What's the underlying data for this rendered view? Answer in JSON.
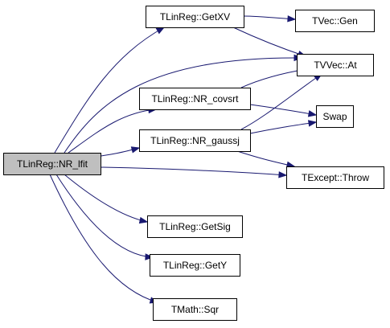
{
  "diagram": {
    "type": "call-graph",
    "nodes": [
      {
        "id": "nr_lfit",
        "label": "TLinReg::NR_lfit",
        "highlight": true
      },
      {
        "id": "getxv",
        "label": "TLinReg::GetXV"
      },
      {
        "id": "nr_covsrt",
        "label": "TLinReg::NR_covsrt"
      },
      {
        "id": "nr_gaussj",
        "label": "TLinReg::NR_gaussj"
      },
      {
        "id": "getsig",
        "label": "TLinReg::GetSig"
      },
      {
        "id": "gety",
        "label": "TLinReg::GetY"
      },
      {
        "id": "sqr",
        "label": "TMath::Sqr"
      },
      {
        "id": "gen",
        "label": "TVec::Gen"
      },
      {
        "id": "at",
        "label": "TVVec::At"
      },
      {
        "id": "swap",
        "label": "Swap"
      },
      {
        "id": "throw",
        "label": "TExcept::Throw"
      }
    ],
    "edges": [
      {
        "from": "nr_lfit",
        "to": "getxv"
      },
      {
        "from": "nr_lfit",
        "to": "at"
      },
      {
        "from": "nr_lfit",
        "to": "nr_covsrt"
      },
      {
        "from": "nr_lfit",
        "to": "nr_gaussj"
      },
      {
        "from": "nr_lfit",
        "to": "throw"
      },
      {
        "from": "nr_lfit",
        "to": "getsig"
      },
      {
        "from": "nr_lfit",
        "to": "gety"
      },
      {
        "from": "nr_lfit",
        "to": "sqr"
      },
      {
        "from": "getxv",
        "to": "gen"
      },
      {
        "from": "getxv",
        "to": "at"
      },
      {
        "from": "nr_covsrt",
        "to": "at"
      },
      {
        "from": "nr_covsrt",
        "to": "swap"
      },
      {
        "from": "nr_gaussj",
        "to": "at"
      },
      {
        "from": "nr_gaussj",
        "to": "swap"
      },
      {
        "from": "nr_gaussj",
        "to": "throw"
      }
    ],
    "colors": {
      "edge": "#191970",
      "node_border": "#000000",
      "node_fill": "#ffffff",
      "highlight_fill": "#bfbfbf"
    }
  }
}
